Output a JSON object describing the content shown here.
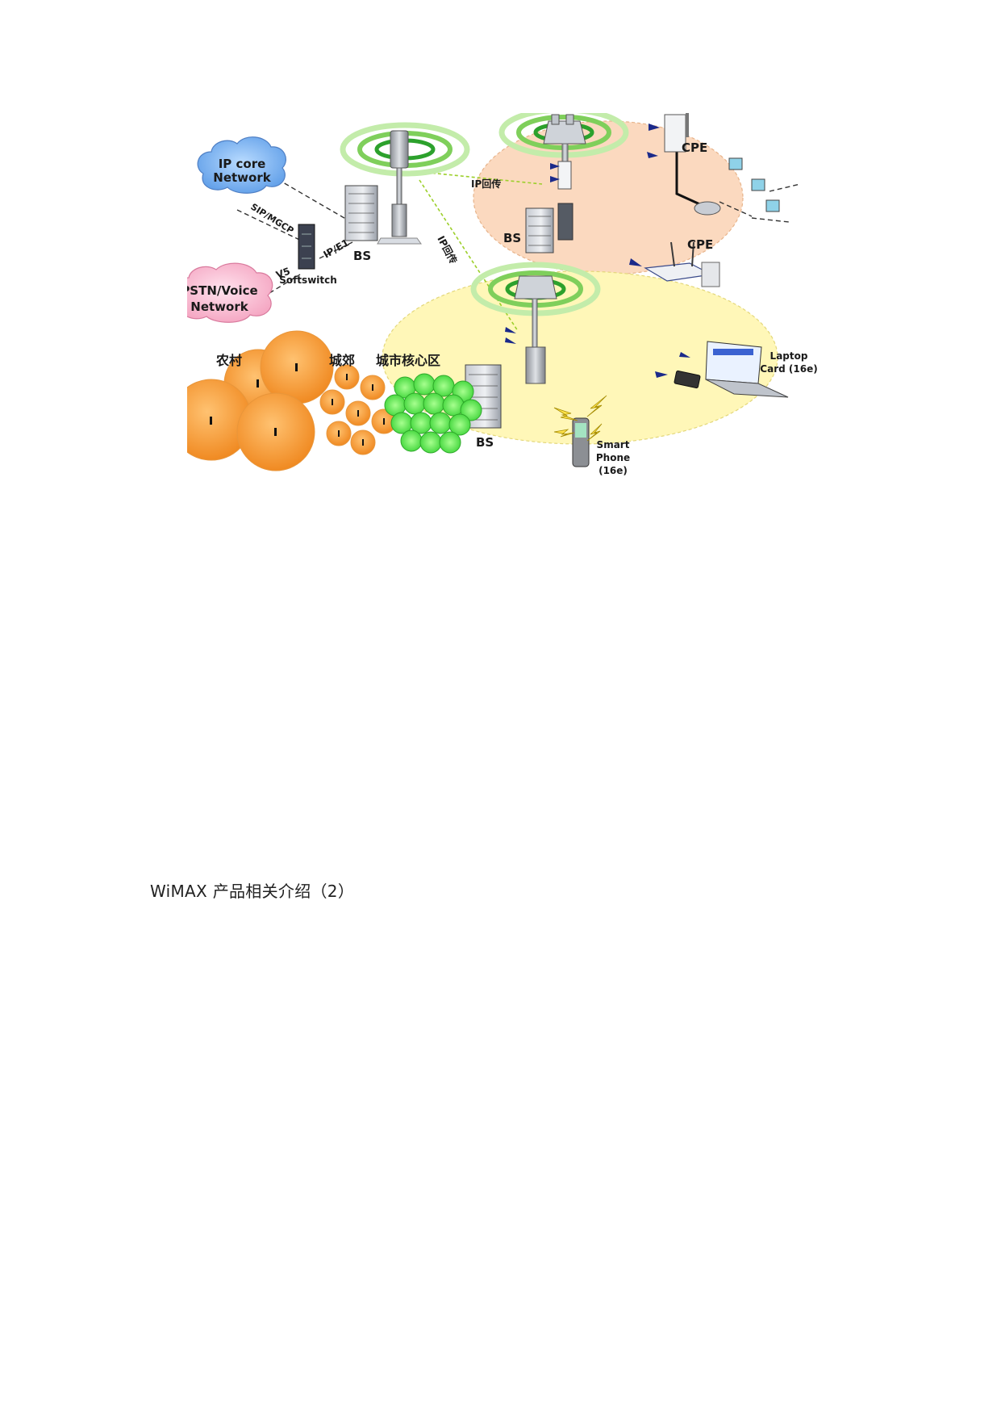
{
  "figure": {
    "labels": {
      "ip_core": [
        "IP core",
        "Network"
      ],
      "pstn": [
        "PSTN/Voice",
        "Network"
      ],
      "sip": "SIP/MGCP",
      "v5": "V5",
      "softswitch": "Softswitch",
      "ipe1": "IP/E1",
      "bs": "BS",
      "ip_backhaul": "IP回传",
      "cpe": "CPE",
      "laptop": [
        "Laptop",
        "Card (16e)"
      ],
      "smartphone": [
        "Smart",
        "Phone",
        "(16e)"
      ],
      "rural": "农村",
      "suburb": "城郊",
      "urban_core": "城市核心区"
    }
  },
  "caption": "WiMAX 产品相关介绍（2）"
}
